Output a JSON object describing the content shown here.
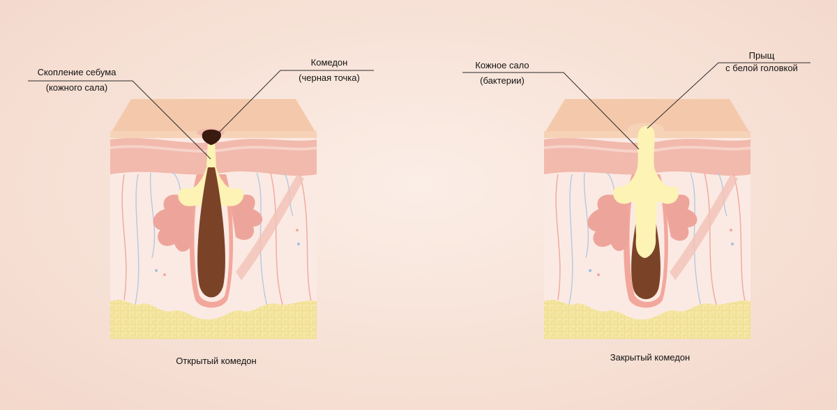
{
  "left_panel": {
    "caption": "Открытый комедон",
    "callout_sebum": {
      "line1": "Скопление себума",
      "line2": "(кожного сала)"
    },
    "callout_comedo": {
      "line1": "Комедон",
      "line2": "(черная точка)"
    }
  },
  "right_panel": {
    "caption": "Закрытый комедон",
    "callout_sebum": {
      "line1": "Кожное сало",
      "line2": "(бактерии)"
    },
    "callout_pimple": {
      "line1": "Прыщ",
      "line2": "с белой головкой"
    }
  },
  "colors": {
    "epidermis_top": "#f4c9ab",
    "dermis_band": "#f2b9ad",
    "dermis": "#fbeae3",
    "fat": "#f6e7a6",
    "gland": "#eda59b",
    "sebum": "#fcf3b4",
    "hair": "#7a4327",
    "blackhead": "#3a1a0f",
    "vessel_blue": "#b7cbe2",
    "vessel_red": "#f0aaa0"
  }
}
